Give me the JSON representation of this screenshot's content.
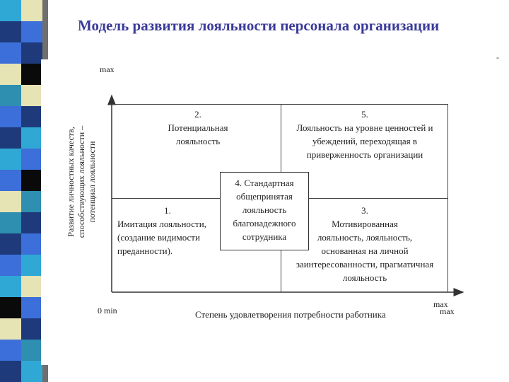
{
  "title": "Модель развития лояльности персонала организации",
  "dash": "-",
  "axes": {
    "y_max": "max",
    "x_min": "0 min",
    "x_max_top": "max",
    "x_max_bottom": "max",
    "x_label": "Степень удовлетворения потребности работника",
    "y_label_lines": [
      "Развитие личностных качеств,",
      "способствующих лояльности –",
      "потенциал лояльности"
    ]
  },
  "quadrants": {
    "q2": [
      "2.",
      "Потенциальная",
      "лояльность"
    ],
    "q5": [
      "5.",
      "Лояльность на уровне ценностей и",
      "убеждений, переходящая в",
      "приверженность организации"
    ],
    "q1": [
      "1.",
      "Имитация лояльности,",
      "(создание видимости",
      "преданности)."
    ],
    "q3": [
      "3.",
      "Мотивированная",
      "лояльность, лояльность,",
      "основанная на личной",
      "заинтересованности, прагматичная",
      "лояльность"
    ],
    "q4": [
      "4. Стандартная",
      "общепринятая",
      "лояльность",
      "благонадежного",
      "сотрудника"
    ]
  },
  "colors": {
    "stripe_blue": "#3c6fd9",
    "stripe_cyan": "#2fa8d6",
    "stripe_navy": "#1f3a7a",
    "stripe_teal": "#2e8fb0",
    "stripe_cream": "#e6e3b4",
    "stripe_black": "#0a0a0a",
    "title": "#3a3a9a"
  }
}
